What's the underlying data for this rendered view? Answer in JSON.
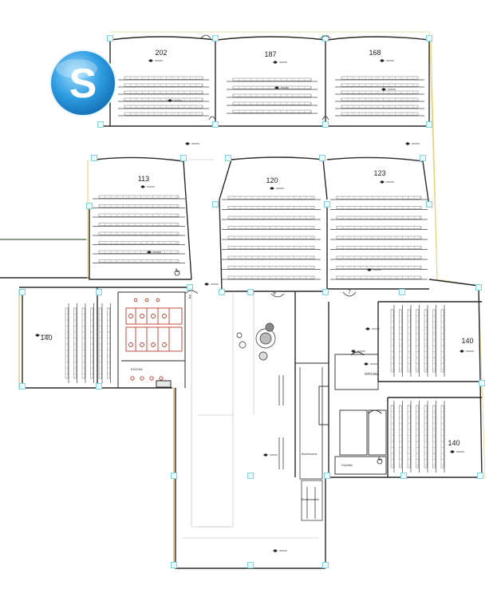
{
  "logo": {
    "letter": "S",
    "icon": "app-logo-icon",
    "colors": [
      "#1e8fd6",
      "#7cc8f2",
      "#ffffff"
    ]
  },
  "screens": {
    "top": [
      "202",
      "187",
      "168"
    ],
    "middle": [
      "113",
      "120",
      "123"
    ],
    "left_hall": "140",
    "right_upper": "140",
    "right_lower": "140"
  },
  "doors": {
    "d2": "2",
    "d6": "6",
    "d7": "7"
  },
  "rooms": {
    "office": "OFICINA",
    "bar": "Bomboneria",
    "tiny_notes": [
      "ESCENA",
      "Bomboneria",
      "Depósito"
    ]
  },
  "colors": {
    "walls": "#2a2a2a",
    "seat": "#ffffff",
    "glazing": "#7fd4e0",
    "restroom": "#c0392b",
    "outline": "#d8c56a",
    "trim": "#c9a15a"
  }
}
